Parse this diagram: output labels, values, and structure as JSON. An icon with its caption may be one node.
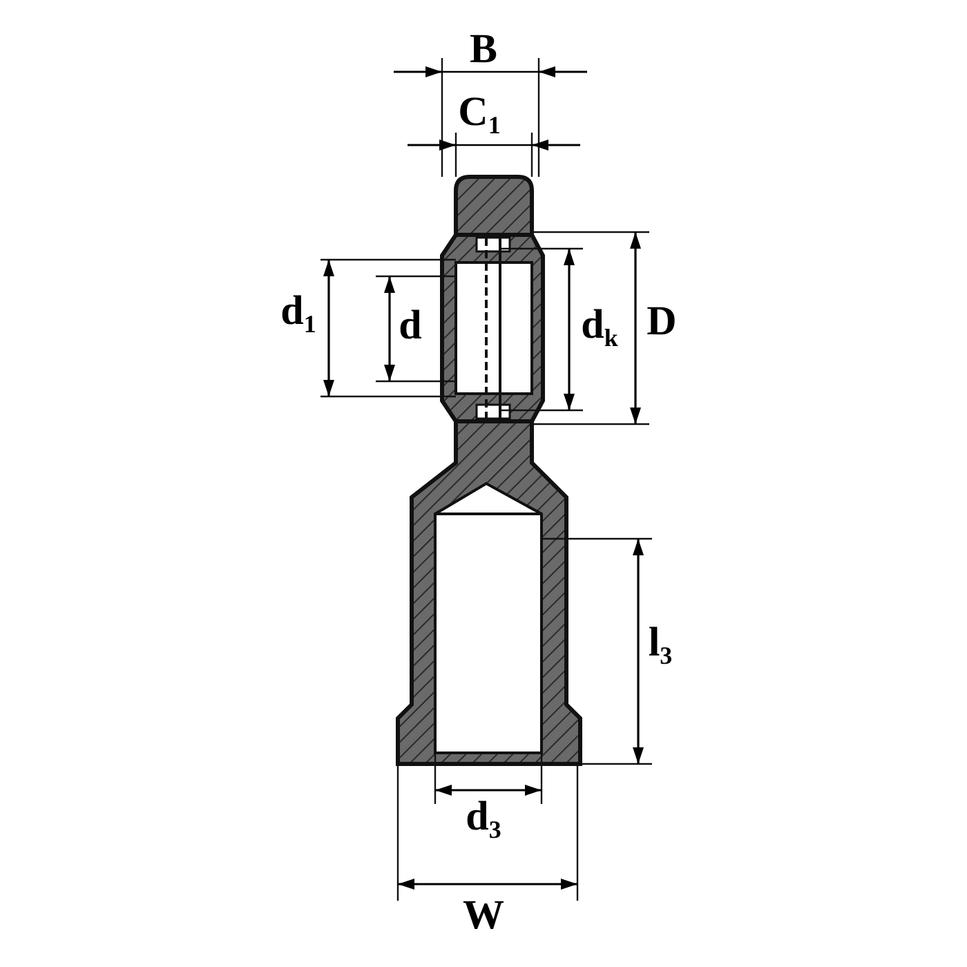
{
  "diagram": {
    "labels": [
      "B",
      "C$_{1}$",
      "d$_{1}$",
      "d",
      "d$_{k}$",
      "D",
      "l$_{3}$",
      "d$_{3}$",
      "W"
    ]
  }
}
